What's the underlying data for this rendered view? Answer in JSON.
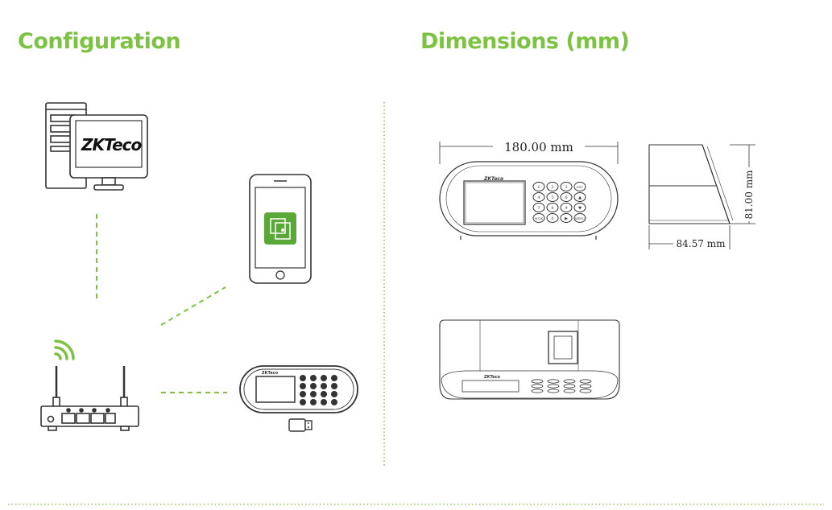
{
  "colors": {
    "accent": "#7dc242",
    "line": "#333333",
    "screen_green": "#5aa838"
  },
  "headings": {
    "configuration": "Configuration",
    "dimensions": "Dimensions (mm)"
  },
  "brand": {
    "monitor_logo": "ZKTeco",
    "device_logo": "ZKTeco"
  },
  "dimensions": {
    "width": "180.00 mm",
    "height": "81.00 mm",
    "depth": "84.57 mm"
  },
  "icons": {
    "computer": "desktop-computer-icon",
    "phone": "smartphone-icon",
    "app": "app-icon",
    "router": "wifi-router-icon",
    "wifi": "wifi-signal-icon",
    "device": "attendance-terminal-icon",
    "usb": "usb-drive-icon"
  },
  "keypad": {
    "keys": [
      "1",
      "2",
      "3",
      "ESC",
      "4",
      "5",
      "6",
      "▲",
      "7",
      "8",
      "9",
      "▼",
      "M/OK",
      "0",
      "▶",
      "MENU"
    ]
  }
}
